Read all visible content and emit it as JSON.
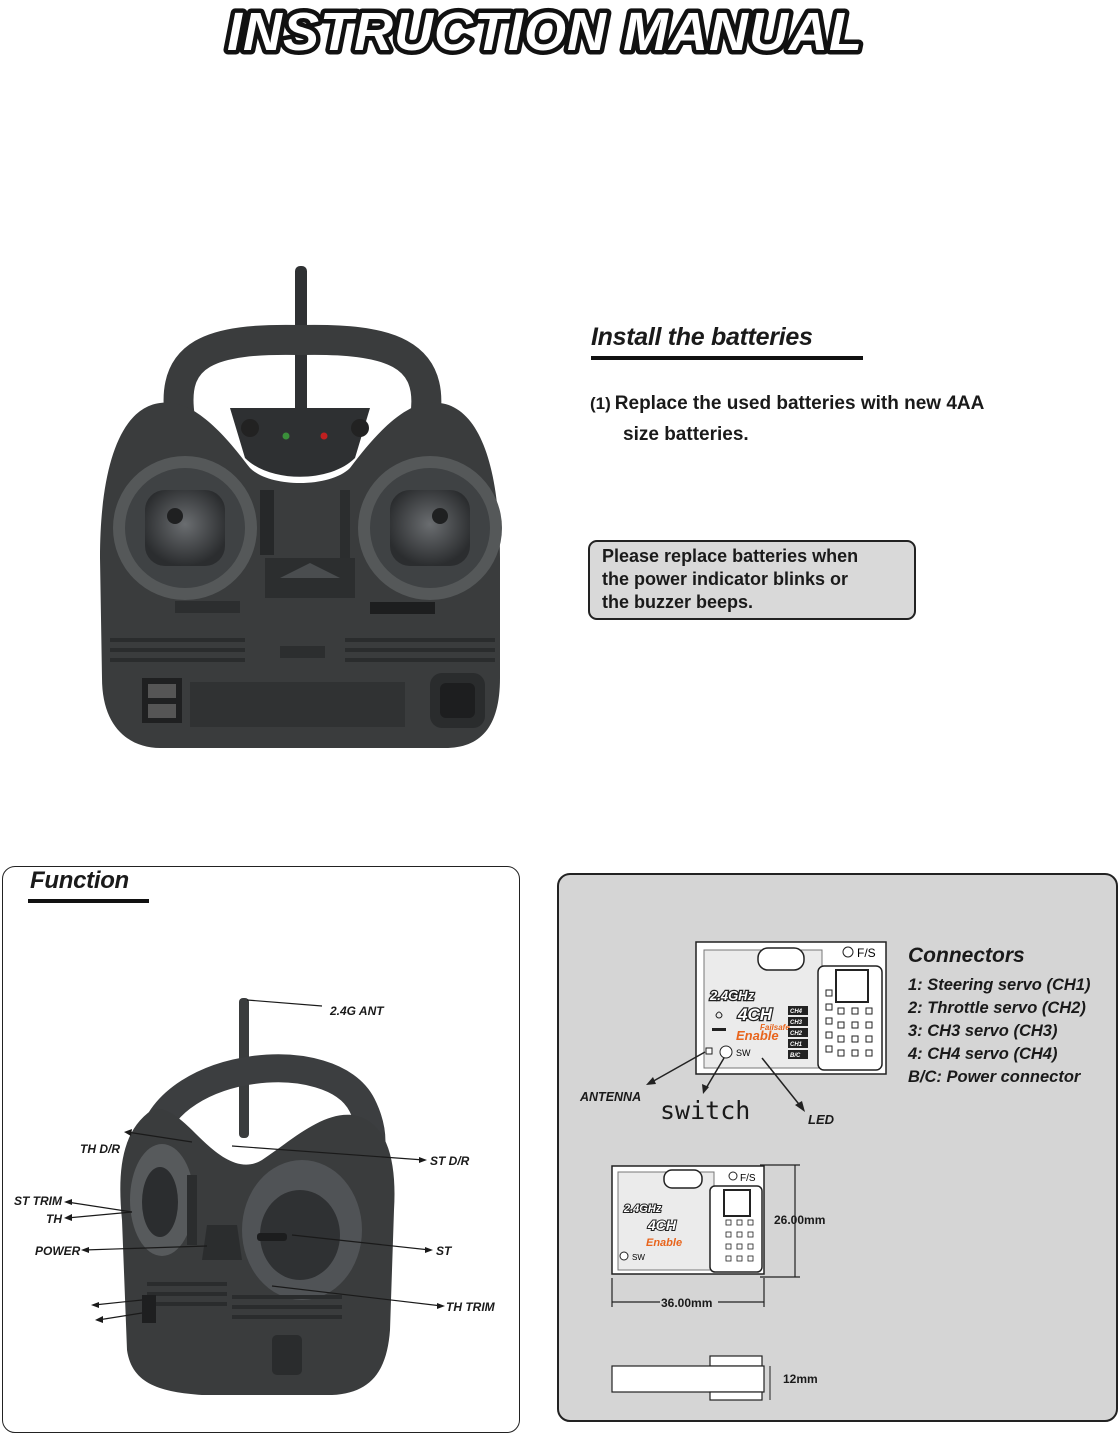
{
  "header": {
    "title": "INSTRUCTION  MANUAL"
  },
  "battery_section": {
    "title": "Install the batteries",
    "step_number": "(1)",
    "step_line1": "Replace the used batteries with new 4AA",
    "step_line2": "size batteries.",
    "notice_line1": "Please replace batteries when",
    "notice_line2": "the power indicator blinks or",
    "notice_line3": "the buzzer beeps."
  },
  "function_section": {
    "title": "Function",
    "labels": {
      "ant": "2.4G   ANT",
      "th_dr": "TH D/R",
      "st_dr": "ST D/R",
      "st_trim": "ST TRIM",
      "th": "TH",
      "power": "POWER",
      "st": "ST",
      "th_trim": "TH TRIM"
    }
  },
  "receiver_section": {
    "connectors_title": "Connectors",
    "connectors": [
      "1: Steering servo (CH1)",
      "2: Throttle servo (CH2)",
      "3: CH3 servo (CH3)",
      "4: CH4 servo (CH4)",
      "B/C: Power connector"
    ],
    "antenna_label": "ANTENNA",
    "switch_label": "switch",
    "led_label": "LED",
    "receiver": {
      "fs": "F/S",
      "freq": "2.4GHz",
      "channels": "4CH",
      "failsafe": "Failsafe",
      "enable": "Enable",
      "sw": "SW",
      "ports": [
        "CH4",
        "CH3",
        "CH2",
        "CH1",
        "B/C"
      ]
    },
    "dims": {
      "height": "26.00mm",
      "width": "36.00mm",
      "thickness": "12mm"
    }
  },
  "colors": {
    "accent": "#e8641c",
    "panel": "#d5d5d5",
    "device": "#3a3c3d"
  }
}
